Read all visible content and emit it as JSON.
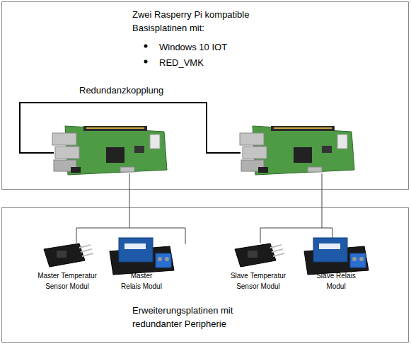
{
  "diagram": {
    "nodes": [
      {
        "text": [
          "Zwei Rasperry Pi kompatible Basisplatinen mit:",
          "Windows 10 IOT",
          "RED_VMK"
        ]
      },
      {
        "text": [
          "Erweiterungsplatinen mit redundanter Peripherie"
        ]
      },
      {
        "text": [
          "Master Temperatur Sensor Modul"
        ],
        "in": 1
      },
      {
        "text": [
          "Master Relais Modul"
        ],
        "in": 1
      },
      {
        "text": [
          "Slave Temperatur Sensor Modul"
        ],
        "in": 1
      },
      {
        "text": [
          "Slave Relais Modul"
        ],
        "in": 1
      }
    ],
    "labels": [
      "Redundanzkopplung"
    ]
  }
}
